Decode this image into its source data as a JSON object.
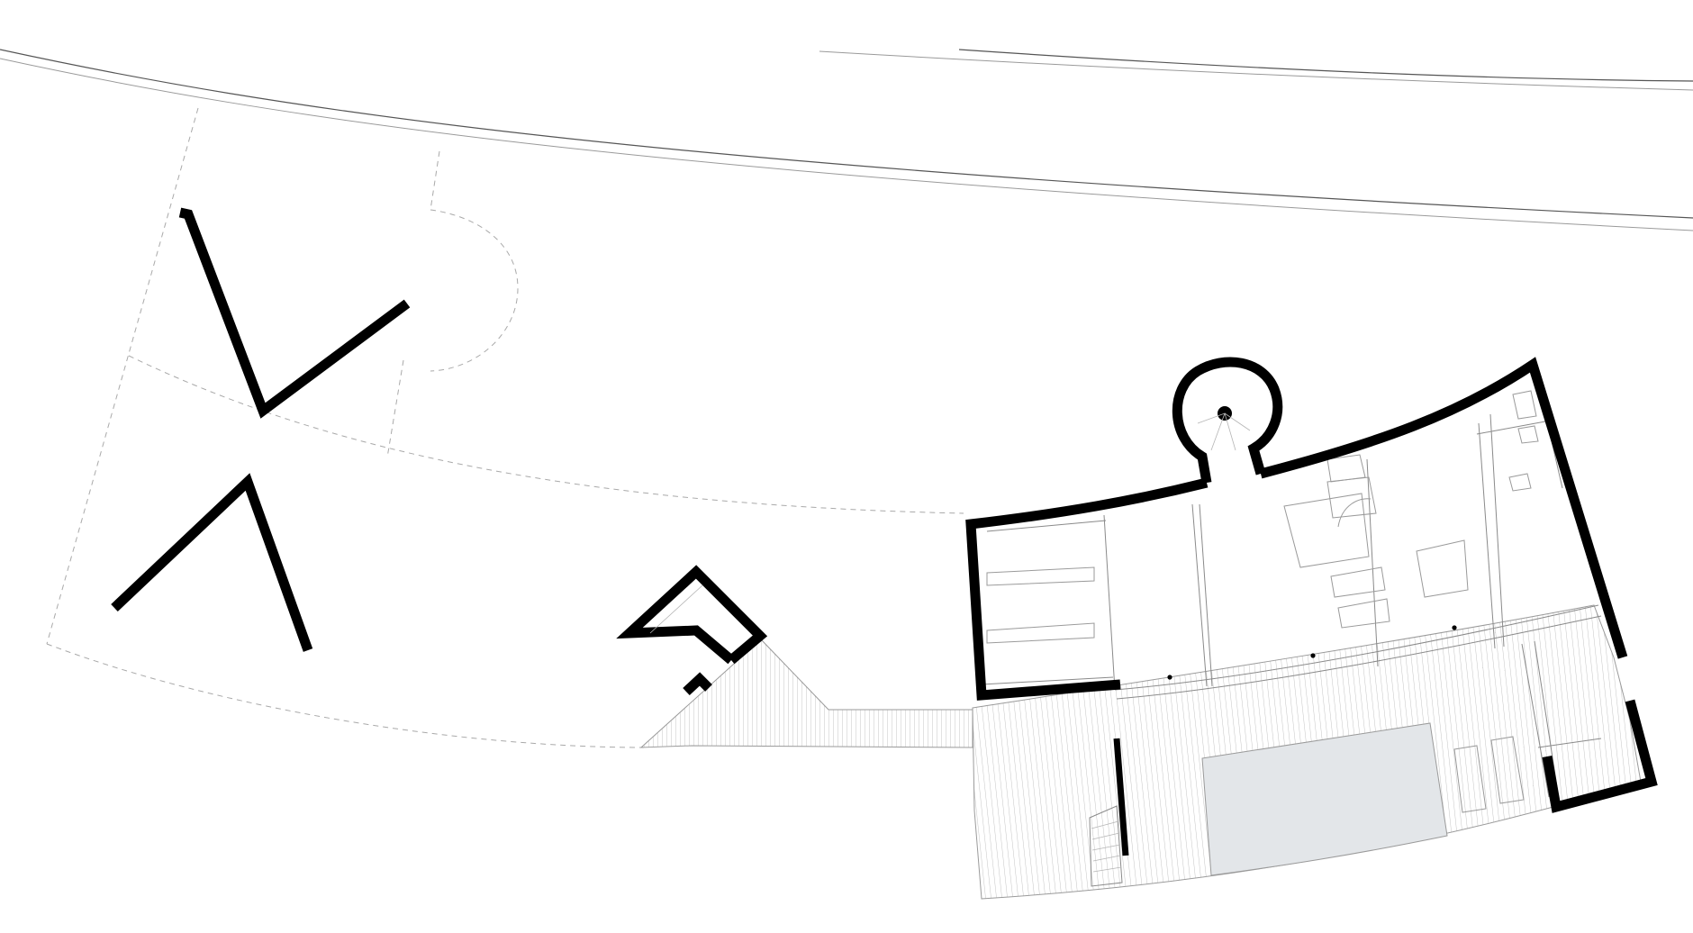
{
  "drawing": {
    "kind": "site floor plan",
    "colors": {
      "wall": "#000000",
      "linework": "#8a8a8a",
      "dashed_boundary": "#a9a9a9",
      "pool_water": "#e3e6e9",
      "deck_hatch": "#c4c4c4",
      "background": "#ffffff"
    },
    "elements": [
      "road-edges",
      "site-boundary-dashed",
      "freestanding-walls",
      "pavilion",
      "stone-terrace",
      "house",
      "stair-tower",
      "wood-deck",
      "swimming-pool",
      "bedrooms",
      "bathroom",
      "outdoor-stair"
    ]
  }
}
